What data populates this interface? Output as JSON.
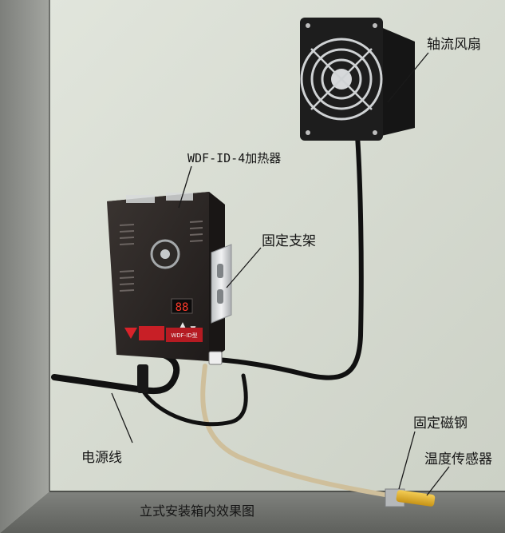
{
  "labels": {
    "fan": "轴流风扇",
    "heater": "WDF-ID-4加热器",
    "bracket": "固定支架",
    "magnet": "固定磁钢",
    "power_cord": "电源线",
    "temp_sensor": "温度传感器"
  },
  "caption": "立式安装箱内效果图",
  "device": {
    "display_digits": "88",
    "brand_text": "WDF-ID型"
  },
  "colors": {
    "wall": "#d6dbd1",
    "cabinet_side": "#8f918d",
    "device_body": "#2b2624",
    "cable": "#111111",
    "sensor_wire": "#d8c8a4",
    "sensor_tip": "#e3b531"
  }
}
